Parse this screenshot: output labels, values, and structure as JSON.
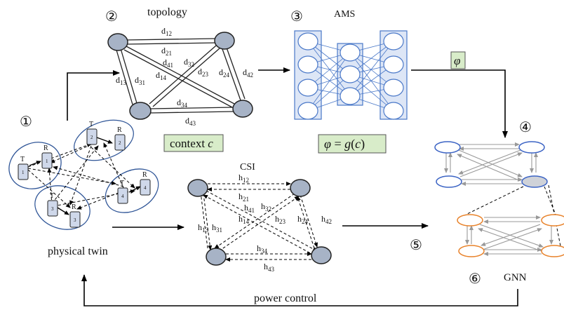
{
  "step_labels": {
    "s1": "①",
    "s2": "②",
    "s3": "③",
    "s4": "④",
    "s5": "⑤",
    "s6": "⑥"
  },
  "titles": {
    "topology": "topology",
    "ams": "AMS",
    "csi": "CSI",
    "gnn": "GNN",
    "physical_twin": "physical twin",
    "power_control": "power control"
  },
  "context_box": {
    "text": "context",
    "var": "c",
    "color": "#d8ecc9"
  },
  "phi_box": {
    "text": "φ",
    "color": "#d8ecc9"
  },
  "formula_box": {
    "lhs": "φ",
    "eq": " = ",
    "fn": "g",
    "arg": "c",
    "color": "#d8ecc9"
  },
  "topology_edges": {
    "d12": {
      "base": "d",
      "sub": "12"
    },
    "d21": {
      "base": "d",
      "sub": "21"
    },
    "d41": {
      "base": "d",
      "sub": "41"
    },
    "d32": {
      "base": "d",
      "sub": "32"
    },
    "d14": {
      "base": "d",
      "sub": "14"
    },
    "d23": {
      "base": "d",
      "sub": "23"
    },
    "d13": {
      "base": "d",
      "sub": "13"
    },
    "d31": {
      "base": "d",
      "sub": "31"
    },
    "d24": {
      "base": "d",
      "sub": "24"
    },
    "d42": {
      "base": "d",
      "sub": "42"
    },
    "d34": {
      "base": "d",
      "sub": "34"
    },
    "d43": {
      "base": "d",
      "sub": "43"
    }
  },
  "csi_edges": {
    "h12": {
      "base": "h",
      "sub": "12"
    },
    "h21": {
      "base": "h",
      "sub": "21"
    },
    "h41": {
      "base": "h",
      "sub": "41"
    },
    "h32": {
      "base": "h",
      "sub": "32"
    },
    "h14": {
      "base": "h",
      "sub": "14"
    },
    "h23": {
      "base": "h",
      "sub": "23"
    },
    "h13": {
      "base": "h",
      "sub": "13"
    },
    "h31": {
      "base": "h",
      "sub": "31"
    },
    "h24": {
      "base": "h",
      "sub": "24"
    },
    "h42": {
      "base": "h",
      "sub": "42"
    },
    "h34": {
      "base": "h",
      "sub": "34"
    },
    "h43": {
      "base": "h",
      "sub": "43"
    }
  },
  "devices": {
    "t1": {
      "role": "T",
      "num": "1"
    },
    "r1": {
      "role": "R",
      "num": "1"
    },
    "t2": {
      "role": "T",
      "num": "2"
    },
    "r2": {
      "role": "R",
      "num": "2"
    },
    "t3": {
      "role": "T",
      "num": "3"
    },
    "r3": {
      "role": "R",
      "num": "3"
    },
    "t4": {
      "role": "T",
      "num": "4"
    },
    "r4": {
      "role": "R",
      "num": "4"
    }
  },
  "colors": {
    "node_fill": "#a7b3c6",
    "node_stroke": "#222222",
    "nn_blue": "#4a78c8",
    "nn_fill": "#dde6f6",
    "gnn_blue": "#3b63c4",
    "gnn_orange": "#e8822a",
    "gnn_grey": "#999999",
    "cluster_stroke": "#2f5597"
  }
}
